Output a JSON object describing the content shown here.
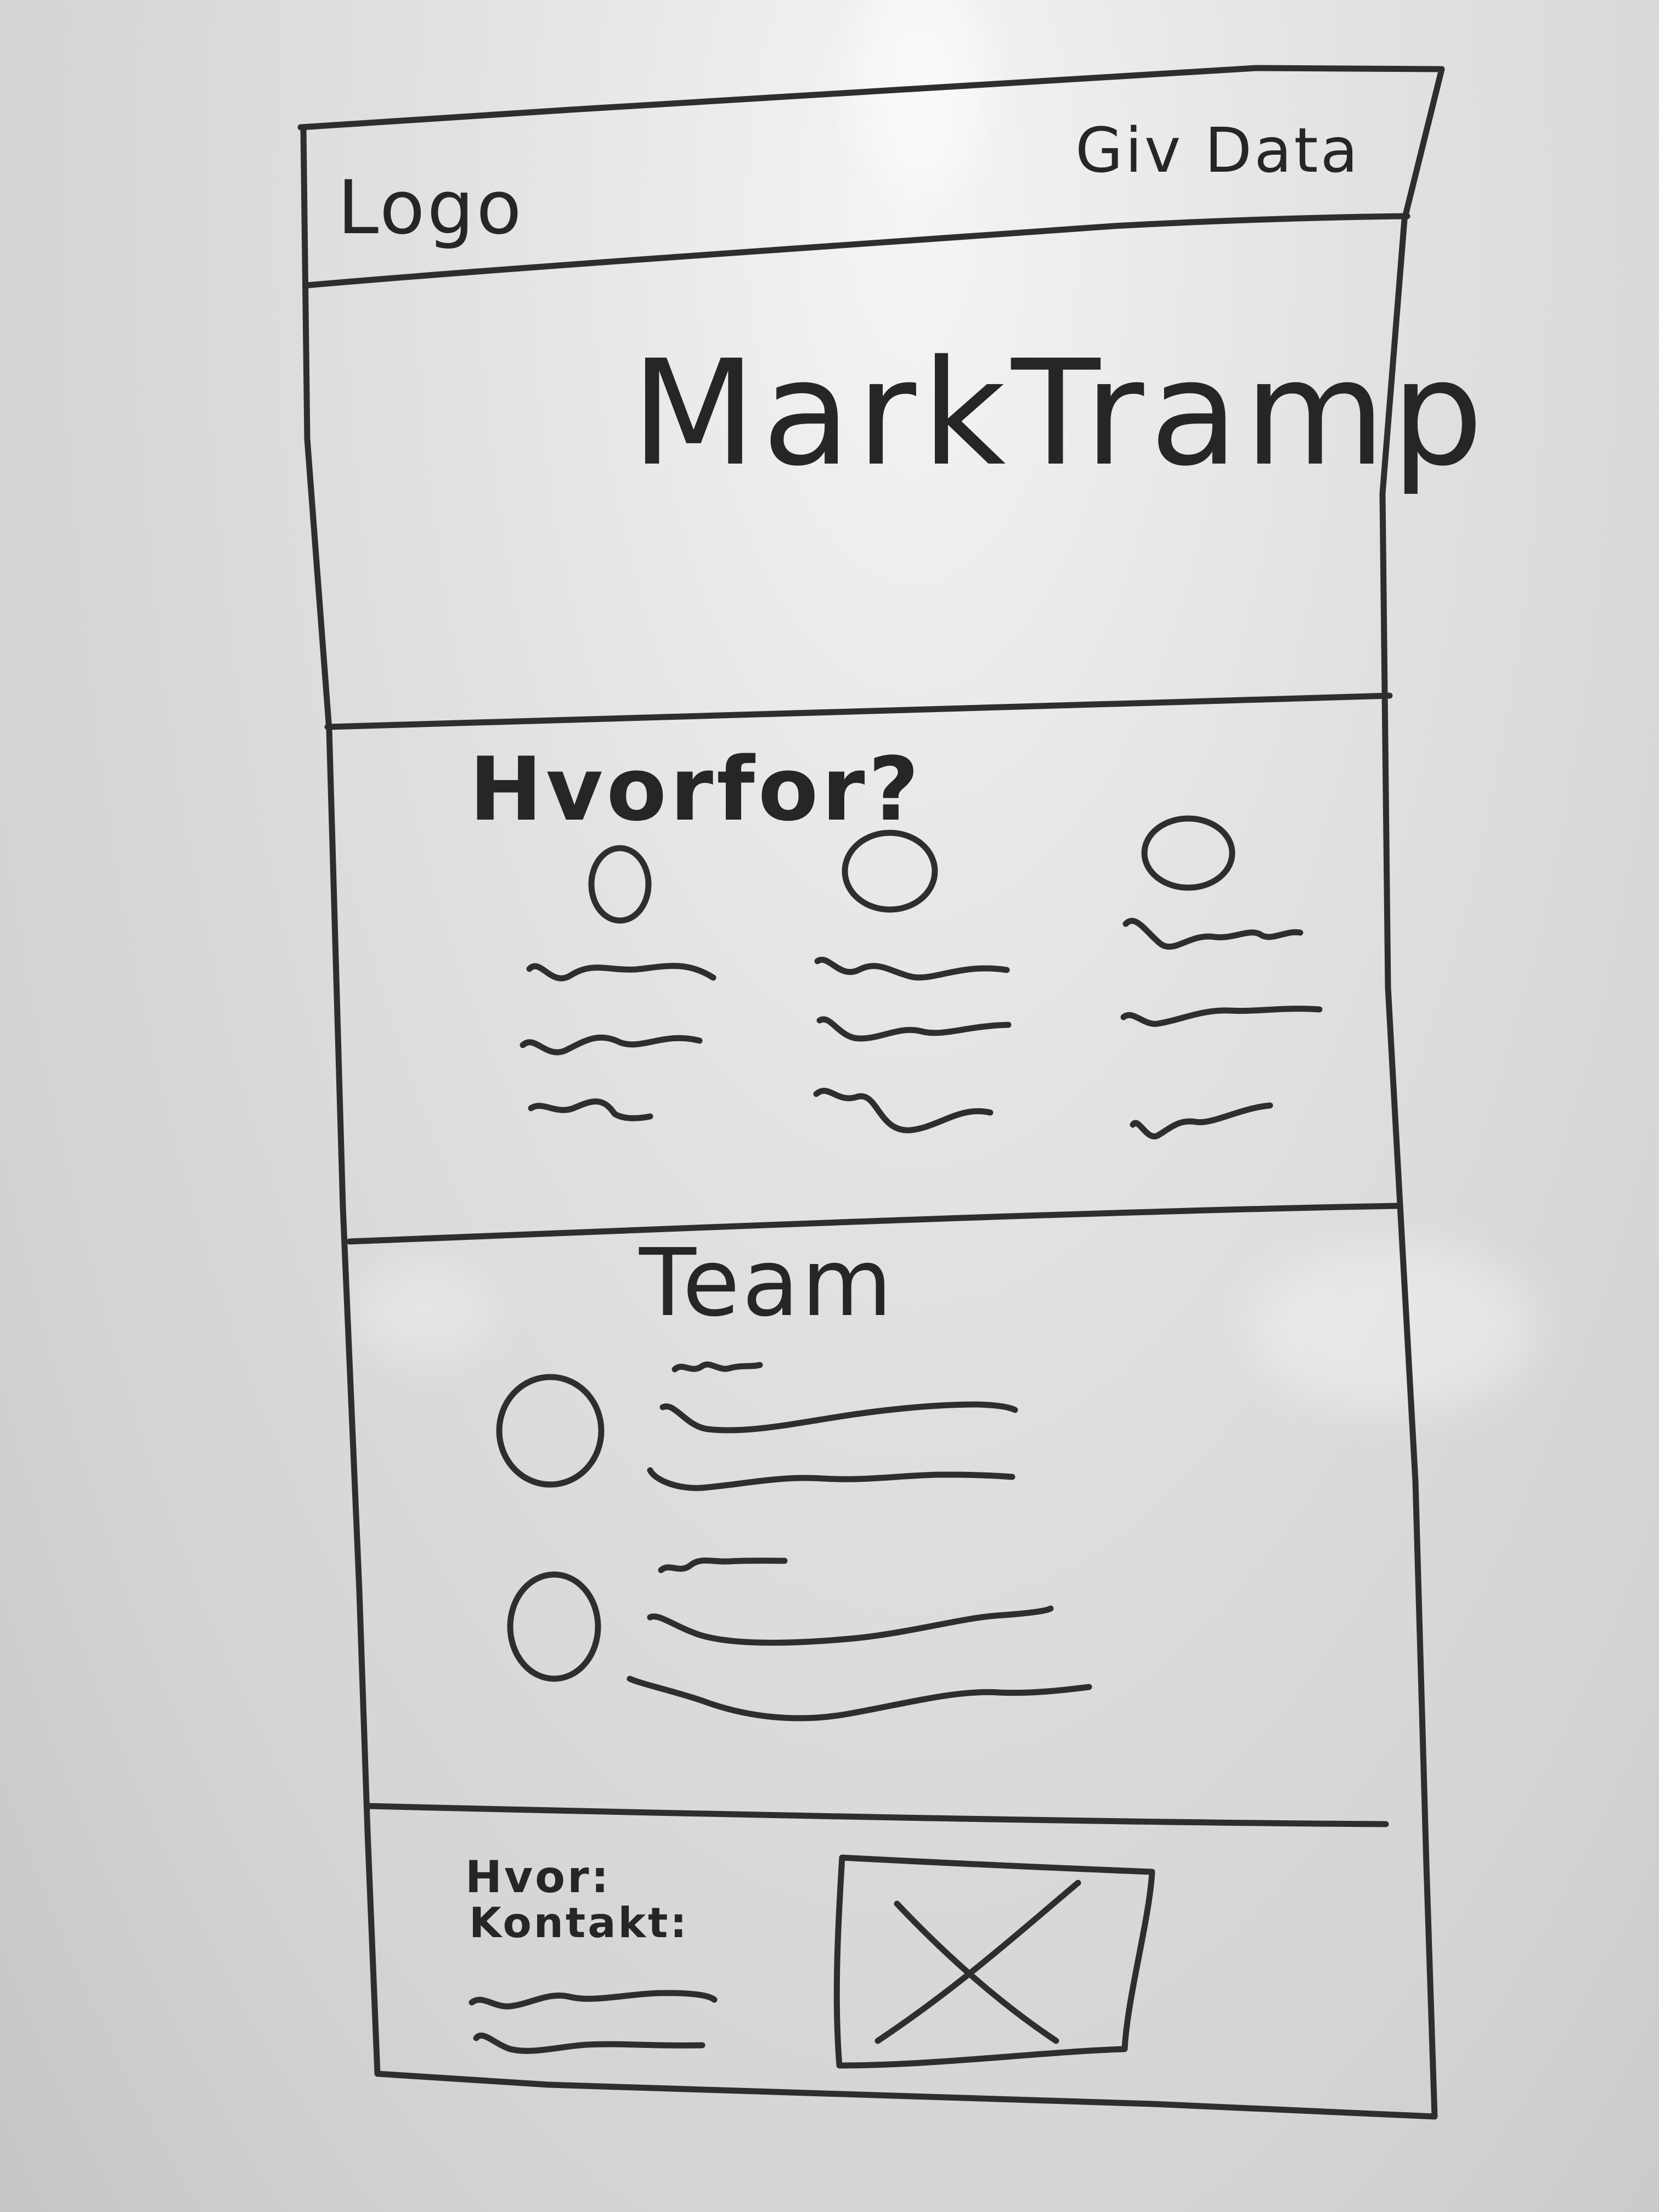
{
  "header": {
    "logo_text": "Logo",
    "nav_link": "Giv Data"
  },
  "hero": {
    "title": "MarkTramp"
  },
  "why_section": {
    "heading": "Hvorfor?",
    "columns": [
      {
        "icon": "circle-icon",
        "text_lines": 3
      },
      {
        "icon": "circle-icon",
        "text_lines": 3
      },
      {
        "icon": "circle-icon",
        "text_lines": 3
      }
    ]
  },
  "team_section": {
    "heading": "Team",
    "members": [
      {
        "icon": "avatar-circle-icon",
        "text_lines": 3
      },
      {
        "icon": "avatar-circle-icon",
        "text_lines": 3
      }
    ]
  },
  "footer": {
    "where_label": "Hvor:",
    "contact_label": "Kontakt:",
    "image_placeholder": "image-placeholder-x-icon"
  }
}
